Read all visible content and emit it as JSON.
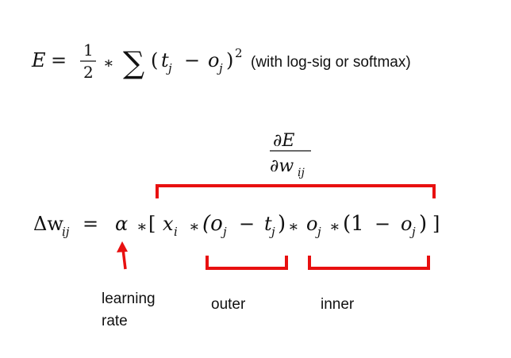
{
  "equation1": {
    "lhs": "E",
    "eq": "=",
    "frac_num": "1",
    "frac_den": "2",
    "times": "∗",
    "sum": "∑",
    "open": "(",
    "t": "t",
    "tsub": "j",
    "minus": "−",
    "o": "o",
    "osub": "j",
    "close": ")",
    "power": "2",
    "note": "(with log-sig or softmax)"
  },
  "derivative": {
    "num": "∂E",
    "den": "∂w",
    "den_sub": "ij"
  },
  "equation2": {
    "delta": "Δw",
    "delta_sub": "ij",
    "eq": "=",
    "alpha": "α",
    "times": "∗",
    "lbracket": "[",
    "x": "x",
    "xsub": "i",
    "paren1": "(o",
    "o1sub": "j",
    "minus": "−",
    "t": "t",
    "tsub": "j",
    "close1": ")",
    "o2": "o",
    "o2sub": "j",
    "paren2": "(1",
    "o3": "o",
    "o3sub": "j",
    "close2": ")",
    "rbracket": "]"
  },
  "labels": {
    "learning": "learning",
    "rate": "rate",
    "outer": "outer",
    "inner": "inner"
  },
  "colors": {
    "annotation": "#e81010"
  }
}
